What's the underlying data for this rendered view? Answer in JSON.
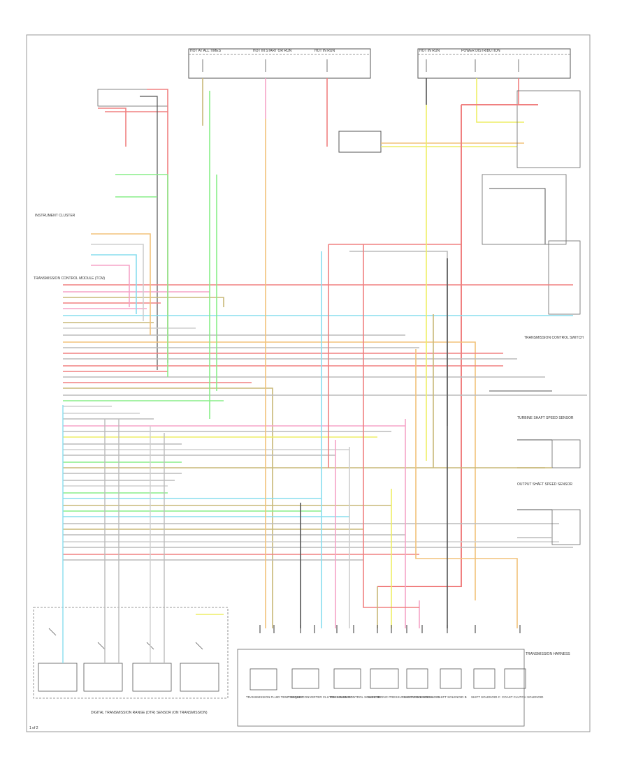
{
  "diagram": {
    "corner_tag": "1 of 2",
    "top_labels": [
      "HOT AT ALL TIMES",
      "HOT IN START OR RUN",
      "HOT IN RUN",
      "HOT IN RUN",
      "POWER DISTRIBUTION"
    ],
    "left_blocks": {
      "instrument_cluster": "INSTRUMENT CLUSTER",
      "transmission_control_module": "TRANSMISSION CONTROL MODULE (TCM)",
      "digital_transmission_range_sensor": "DIGITAL TRANSMISSION RANGE (DTR) SENSOR (ON TRANSMISSION)"
    },
    "right_blocks": {
      "transmission_control": "TRANSMISSION CONTROL SWITCH",
      "turbine_shaft_speed_sensor": "TURBINE SHAFT SPEED SENSOR",
      "output_shaft_speed_sensor": "OUTPUT SHAFT SPEED SENSOR"
    },
    "bottom_components": [
      "TRANSMISSION FLUID TEMP SENSOR",
      "TORQUE CONVERTER CLUTCH SOLENOID",
      "PRESSURE CONTROL SOLENOID",
      "ELECTRONIC PRESSURE CONTROL SOLENOID",
      "SHIFT SOLENOID A",
      "SHIFT SOLENOID B",
      "SHIFT SOLENOID C",
      "COAST CLUTCH SOLENOID"
    ],
    "bottom_caption": "TRANSMISSION HARNESS"
  },
  "colors": {
    "red": "#f08080",
    "pink": "#f5a3c7",
    "yellow": "#eeee66",
    "green": "#88ee88",
    "cyan": "#88ddee",
    "orange": "#f2c27a",
    "gray": "#bbbbbb",
    "lightgray": "#cfcfcf",
    "olive": "#c8b878",
    "black": "#555555"
  }
}
